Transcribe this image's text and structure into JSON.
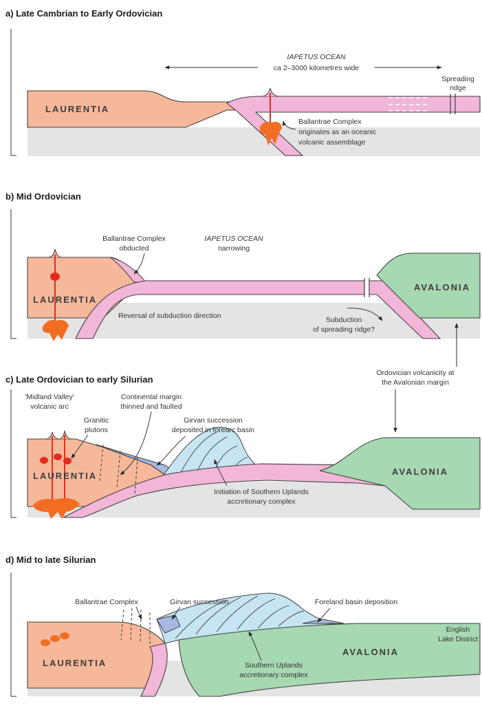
{
  "panels": {
    "a": {
      "title": "a) Late Cambrian to Early Ordovician",
      "ocean_name": "IAPETUS OCEAN",
      "ocean_width": "ca 2–3000 kilometres wide",
      "spreading_ridge": [
        "Spreading",
        "ridge"
      ],
      "laurentia": "LAURENTIA",
      "ballantrae": [
        "Ballantrae Complex",
        "originates as an oceanic",
        "volcanic assemblage"
      ]
    },
    "b": {
      "title": "b) Mid Ordovician",
      "ballantrae_obducted": [
        "Ballantrae Complex",
        "obducted"
      ],
      "ocean_narrowing": [
        "IAPETUS OCEAN",
        "narrowing"
      ],
      "laurentia": "LAURENTIA",
      "avalonia": "AVALONIA",
      "reversal": "Reversal of subduction direction",
      "subduction_ridge": [
        "Subduction",
        "of spreading ridge?"
      ]
    },
    "c": {
      "title": "c) Late Ordovician to early Silurian",
      "midland_valley": [
        "'Midland Valley'",
        "volcanic arc"
      ],
      "continental_margin": [
        "Continental margin",
        "thinned and faulted"
      ],
      "granitic": [
        "Granitic",
        "plutons"
      ],
      "girvan": [
        "Girvan succession",
        "deposited in forearc basin"
      ],
      "ordovician_volcanicity": [
        "Ordovician volcanicity at",
        "the Avalonian margin"
      ],
      "laurentia": "LAURENTIA",
      "avalonia": "AVALONIA",
      "southern_uplands": [
        "Initiation of Southern Uplands",
        "accretionary complex"
      ]
    },
    "d": {
      "title": "d) Mid to late Silurian",
      "ballantrae": "Ballantrae Complex",
      "girvan": "Girvan succession",
      "foreland": "Foreland basin deposition",
      "english": [
        "English",
        "Lake District"
      ],
      "laurentia": "LAURENTIA",
      "avalonia": "AVALONIA",
      "southern_uplands": [
        "Southern Uplands",
        "accretionary complex"
      ]
    }
  },
  "colors": {
    "continent_laurentia": "#f6b89a",
    "oceanic_crust": "#f2b6d8",
    "avalonia": "#a6d8b2",
    "mantle": "#e4e4e4",
    "accretionary": "#c6e4f2",
    "forearc": "#a7b8e2",
    "magma": "#f26d21",
    "volcanic_red": "#e52a1e"
  }
}
